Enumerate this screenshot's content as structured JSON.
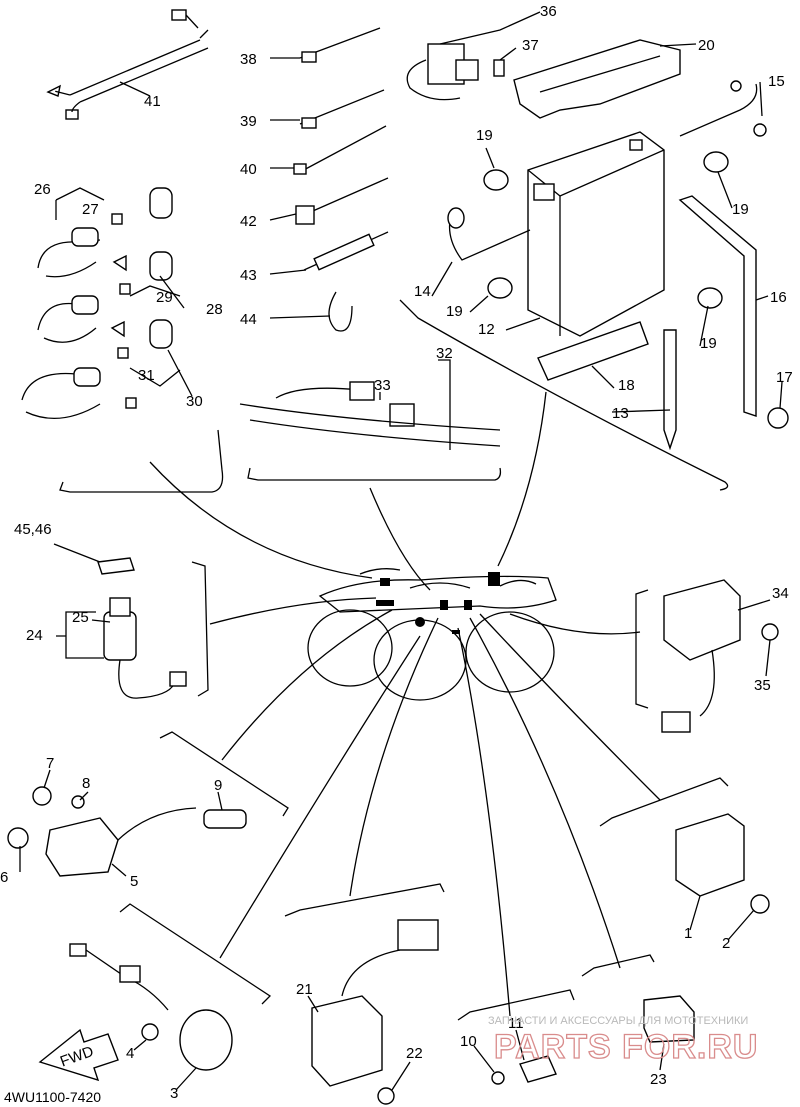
{
  "diagram_code": "4WU1100-7420",
  "fwd_label": "FWD",
  "watermark": {
    "caption": "ЗАПЧАСТИ И АКСЕССУАРЫ ДЛЯ МОТОТЕХНИКИ",
    "brand": "PARTS FOR.RU"
  },
  "callouts": {
    "c1": "1",
    "c2": "2",
    "c3": "3",
    "c4": "4",
    "c5": "5",
    "c6": "6",
    "c7": "7",
    "c8": "8",
    "c9": "9",
    "c10": "10",
    "c11": "11",
    "c12": "12",
    "c13": "13",
    "c14": "14",
    "c15": "15",
    "c16": "16",
    "c17": "17",
    "c18": "18",
    "c19a": "19",
    "c19b": "19",
    "c19c": "19",
    "c19d": "19",
    "c20": "20",
    "c21": "21",
    "c22": "22",
    "c23": "23",
    "c24": "24",
    "c25": "25",
    "c26": "26",
    "c27": "27",
    "c28": "28",
    "c29": "29",
    "c30": "30",
    "c31": "31",
    "c32": "32",
    "c33": "33",
    "c34": "34",
    "c35": "35",
    "c36": "36",
    "c37": "37",
    "c38": "38",
    "c39": "39",
    "c40": "40",
    "c41": "41",
    "c42": "42",
    "c43": "43",
    "c44": "44",
    "c4546": "45,46"
  }
}
